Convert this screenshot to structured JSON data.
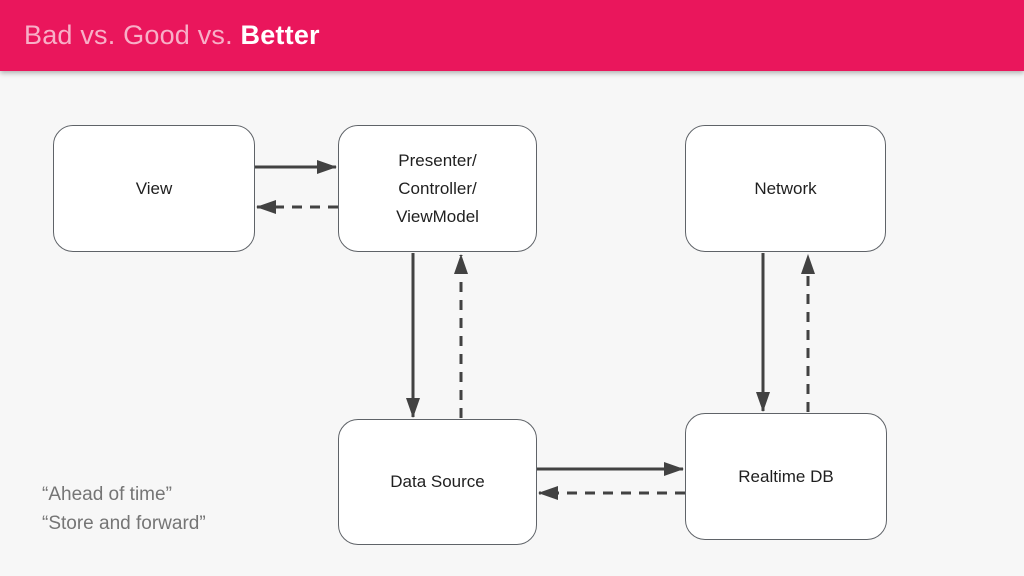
{
  "header": {
    "title_light": "Bad vs. Good vs.",
    "title_bold": "Better"
  },
  "diagram": {
    "nodes": {
      "view": {
        "label": "View"
      },
      "presenter": {
        "lines": [
          "Presenter/",
          "Controller/",
          "ViewModel"
        ]
      },
      "network": {
        "label": "Network"
      },
      "data_source": {
        "label": "Data Source"
      },
      "realtime_db": {
        "label": "Realtime DB"
      }
    },
    "edges": [
      {
        "from": "View",
        "to": "Presenter/Controller/ViewModel",
        "style": "solid"
      },
      {
        "from": "Presenter/Controller/ViewModel",
        "to": "View",
        "style": "dashed"
      },
      {
        "from": "Presenter/Controller/ViewModel",
        "to": "Data Source",
        "style": "solid"
      },
      {
        "from": "Data Source",
        "to": "Presenter/Controller/ViewModel",
        "style": "dashed"
      },
      {
        "from": "Network",
        "to": "Realtime DB",
        "style": "solid"
      },
      {
        "from": "Realtime DB",
        "to": "Network",
        "style": "dashed"
      },
      {
        "from": "Data Source",
        "to": "Realtime DB",
        "style": "solid"
      },
      {
        "from": "Realtime DB",
        "to": "Data Source",
        "style": "dashed"
      }
    ]
  },
  "quotes": {
    "line1": "“Ahead of time”",
    "line2": "“Store and forward”"
  },
  "colors": {
    "header_bg": "#EA165C",
    "slide_bg": "#F7F7F7",
    "node_border": "#5F6368",
    "node_bg": "#FFFFFF",
    "node_text": "#1F1F1F",
    "arrow": "#424242",
    "quote_text": "#757575"
  }
}
